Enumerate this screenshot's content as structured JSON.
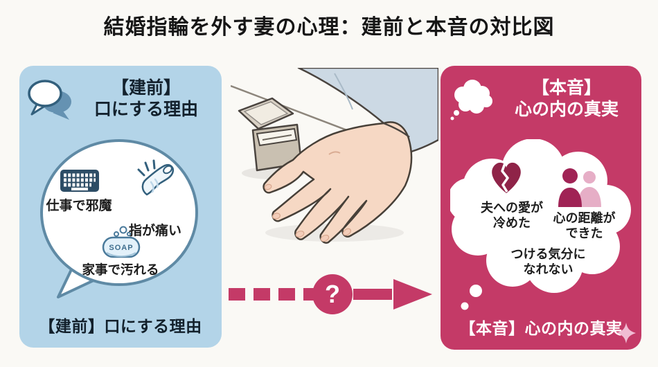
{
  "title": "結婚指輪を外す妻の心理：建前と本音の対比図",
  "page": {
    "bg": "#faf9f5",
    "title_color": "#161616"
  },
  "left_panel": {
    "header": "【建前】\n口にする理由",
    "items": [
      {
        "icon": "keyboard-icon",
        "label": "仕事で邪魔"
      },
      {
        "icon": "finger-pain-icon",
        "label": "指が痛い"
      },
      {
        "icon": "soap-icon",
        "soap_text": "SOAP",
        "label": "家事で汚れる"
      }
    ],
    "footer": "【建前】口にする理由",
    "colors": {
      "panel_bg": "#b3d4e8",
      "accent": "#33607d",
      "text": "#14222e"
    }
  },
  "center": {
    "illustration": "hand-on-table-with-open-ring-box",
    "question_mark": "?",
    "arrow_color": "#c43a67"
  },
  "right_panel": {
    "header": "【本音】\n心の内の真実",
    "items": [
      {
        "icon": "broken-heart-icon",
        "label": "夫への愛が\n冷めた"
      },
      {
        "icon": "couple-distance-icon",
        "label": "心の距離が\nできた"
      },
      {
        "icon": "none",
        "label": "つける気分に\nなれない"
      }
    ],
    "footer": "【本音】心の内の真実",
    "colors": {
      "panel_bg": "#c43a67",
      "dark_accent": "#8f2348",
      "light_accent": "#e6aec6",
      "text": "#1d1d1d"
    }
  }
}
